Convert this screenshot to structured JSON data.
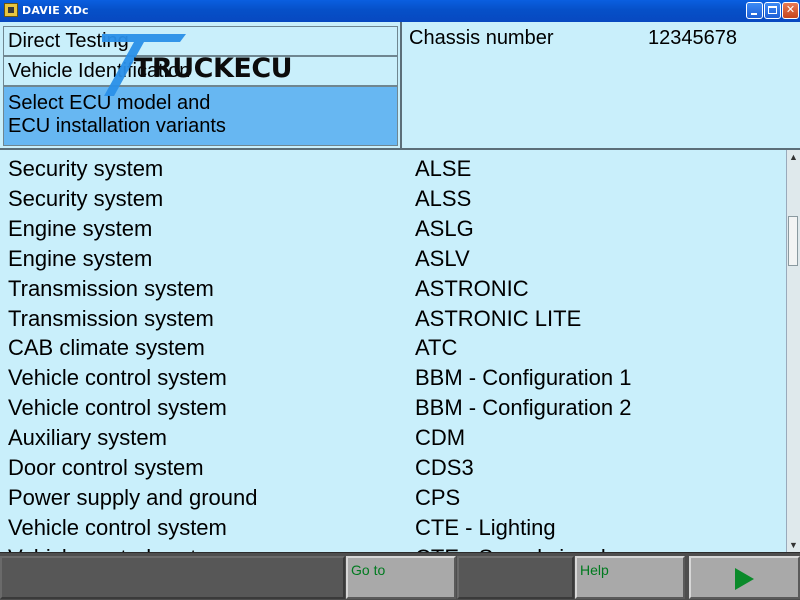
{
  "window": {
    "title": "DAVIE XDc"
  },
  "nav": {
    "items": [
      {
        "label": "Direct Testing"
      },
      {
        "label": "Vehicle Identification"
      },
      {
        "label_line1": "Select ECU model and",
        "label_line2": "ECU installation variants",
        "active": true
      }
    ]
  },
  "header": {
    "chassis_label": "Chassis number",
    "chassis_value": "12345678"
  },
  "logo": {
    "text": "TRUCKECU"
  },
  "list": {
    "rows": [
      {
        "system": "Security system",
        "code": "ALSE"
      },
      {
        "system": "Security system",
        "code": "ALSS"
      },
      {
        "system": "Engine system",
        "code": "ASLG"
      },
      {
        "system": "Engine system",
        "code": "ASLV"
      },
      {
        "system": "Transmission system",
        "code": "ASTRONIC"
      },
      {
        "system": "Transmission system",
        "code": "ASTRONIC LITE"
      },
      {
        "system": "CAB climate system",
        "code": "ATC"
      },
      {
        "system": "Vehicle control system",
        "code": "BBM - Configuration 1"
      },
      {
        "system": "Vehicle control system",
        "code": "BBM - Configuration 2"
      },
      {
        "system": "Auxiliary system",
        "code": "CDM"
      },
      {
        "system": "Door control system",
        "code": "CDS3"
      },
      {
        "system": "Power supply and ground",
        "code": "CPS"
      },
      {
        "system": "Vehicle control system",
        "code": "CTE - Lighting"
      },
      {
        "system": "Vehicle control system",
        "code": "CTE - Speed signal"
      }
    ]
  },
  "toolbar": {
    "goto_label": "Go to",
    "help_label": "Help"
  },
  "colors": {
    "selected_nav": "#67b7f2",
    "panel_bg": "#c9effb",
    "toolbar_bg": "#4e4e4e",
    "button_label": "#007a1f",
    "title_bar": "#0650c8"
  },
  "icons": {
    "app": "app-icon",
    "minimize": "minimize-icon",
    "maximize": "maximize-icon",
    "close": "close-icon",
    "next": "play-arrow-icon"
  }
}
